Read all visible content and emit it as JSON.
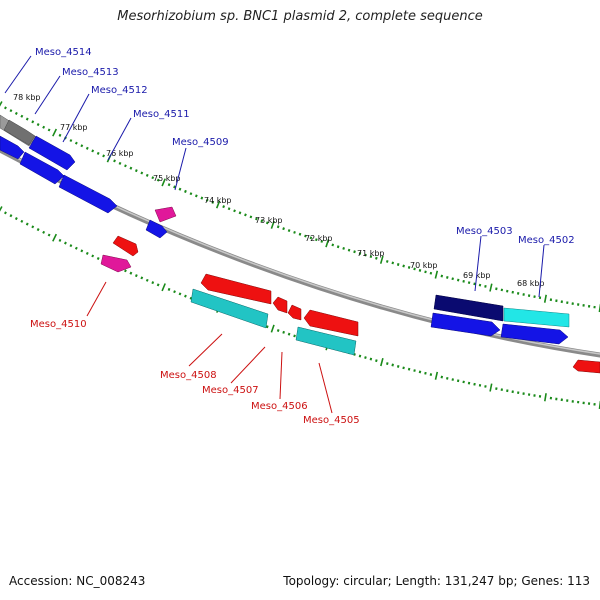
{
  "title": "Mesorhizobium sp. BNC1 plasmid 2, complete sequence",
  "footer": {
    "accession": "Accession: NC_008243",
    "summary": "Topology: circular; Length: 131,247 bp; Genes: 113"
  },
  "colors": {
    "backbone": "#8a8a8a",
    "ticks": "#1a8a1a",
    "forward_gene": "#1414e6",
    "forward_gene_dark": "#0a0a70",
    "forward_gene_light": "#22e6e6",
    "reverse_gene": "#ee1111",
    "reverse_gene_alt": "#22c4c4",
    "rna_gene": "#e0189a",
    "fwd_label": "#1a1aaa",
    "rev_label": "#cc1111"
  },
  "scale_labels": [
    "78 kbp",
    "77 kbp",
    "76 kbp",
    "75 kbp",
    "74 kbp",
    "73 kbp",
    "72 kbp",
    "71 kbp",
    "70 kbp",
    "69 kbp",
    "68 kbp"
  ],
  "forward_gene_labels": [
    "Meso_4514",
    "Meso_4513",
    "Meso_4512",
    "Meso_4511",
    "Meso_4509",
    "Meso_4503",
    "Meso_4502"
  ],
  "reverse_gene_labels": [
    "Meso_4510",
    "Meso_4508",
    "Meso_4507",
    "Meso_4506",
    "Meso_4505"
  ]
}
